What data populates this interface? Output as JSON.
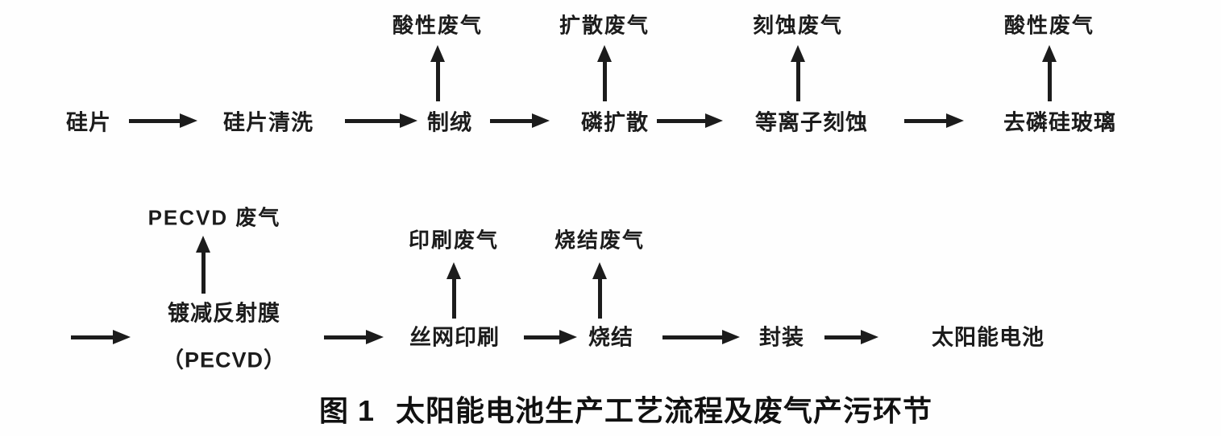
{
  "colors": {
    "ink": "#1c1c1c",
    "background": "#fefefe"
  },
  "caption": {
    "index": "图 1",
    "title": "太阳能电池生产工艺流程及废气产污环节"
  },
  "row1": {
    "steps": [
      {
        "label": "硅片"
      },
      {
        "label": "硅片清洗"
      },
      {
        "label": "制绒",
        "waste": "酸性废气"
      },
      {
        "label": "磷扩散",
        "waste": "扩散废气"
      },
      {
        "label": "等离子刻蚀",
        "waste": "刻蚀废气"
      },
      {
        "label": "去磷硅玻璃",
        "waste": "酸性废气"
      }
    ]
  },
  "row2": {
    "steps": [
      {
        "label": "镀减反射膜",
        "sublabel": "（PECVD）",
        "waste": "PECVD 废气"
      },
      {
        "label": "丝网印刷",
        "waste": "印刷废气"
      },
      {
        "label": "烧结",
        "waste": "烧结废气"
      },
      {
        "label": "封装"
      },
      {
        "label": "太阳能电池"
      }
    ]
  }
}
